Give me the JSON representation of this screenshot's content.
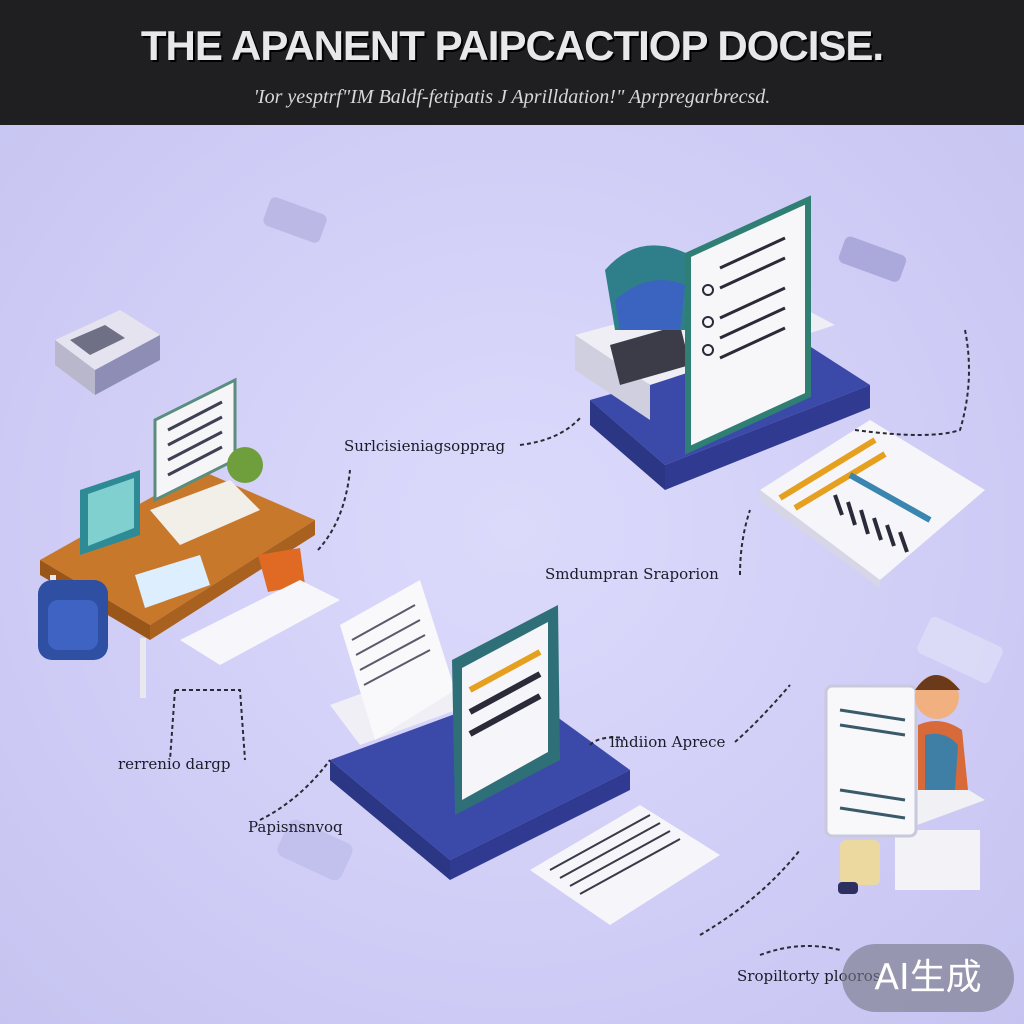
{
  "header": {
    "title": "THE APANENT PAIPCACTIOP DOCISE.",
    "subtitle": "'Ior yesptrf\"IM Baldf-fetipatis J Aprilldation!\" Aprpregarbrecsd."
  },
  "labels": {
    "step_1": "Surlcisieniagsopprag",
    "step_2": "Smdumpran Sraporion",
    "step_3": "rerrenio dargp",
    "step_4": "Papisnsnvoq",
    "step_5": "lmdiion Aprece",
    "step_6": "Sropiltorty plooros"
  },
  "watermark": "AI生成",
  "colors": {
    "header_bg": "#1f1f22",
    "canvas_bg": "#cfcdf6",
    "platform_blue": "#3b4aa8",
    "desk_orange": "#c8782a",
    "screen_teal": "#3f7f8a",
    "paper_white": "#f6f6f8"
  },
  "icons": [
    "desk-workstation-icon",
    "laptop-document-icon",
    "report-chart-icon",
    "person-desk-icon",
    "printer-icon"
  ]
}
